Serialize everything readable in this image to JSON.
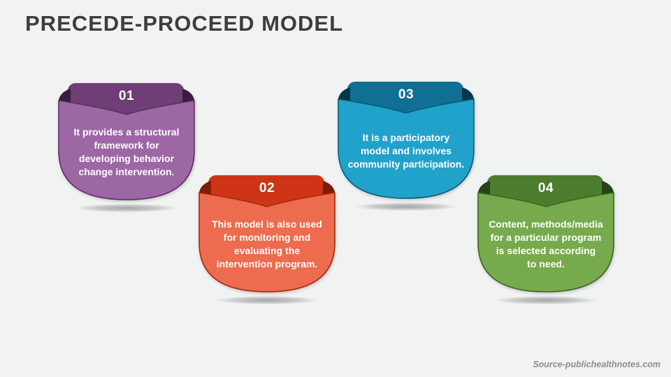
{
  "slide": {
    "title": "PRECEDE-PROCEED MODEL",
    "source": "Source-publichealthnotes.com",
    "colors": {
      "background": "#f1f2f2",
      "title_text": "#3d3d3d",
      "source_text": "#8d8d8d",
      "card_text": "#ffffff"
    }
  },
  "cards": [
    {
      "number": "01",
      "lines": [
        "It provides a structural",
        "framework for",
        "developing behavior",
        "change intervention."
      ],
      "colors": {
        "tab": "#6f3e76",
        "body": "#9d67a5",
        "stroke": "#5c3163",
        "fold": "#3a1d40"
      }
    },
    {
      "number": "02",
      "lines": [
        "This model is also used",
        "for monitoring and",
        "evaluating the",
        "intervention program."
      ],
      "colors": {
        "tab": "#ce3516",
        "body": "#ed6b4e",
        "stroke": "#a5290f",
        "fold": "#7c1e09"
      }
    },
    {
      "number": "03",
      "lines": [
        "It is a participatory",
        "model and involves",
        "community participation."
      ],
      "colors": {
        "tab": "#0f7093",
        "body": "#21a2ca",
        "stroke": "#0b5b79",
        "fold": "#05384a"
      }
    },
    {
      "number": "04",
      "lines": [
        "Content, methods/media",
        "for a particular program",
        "is selected according",
        "to need."
      ],
      "colors": {
        "tab": "#4e7c2e",
        "body": "#76aa4c",
        "stroke": "#3d6424",
        "fold": "#27421a"
      }
    }
  ]
}
